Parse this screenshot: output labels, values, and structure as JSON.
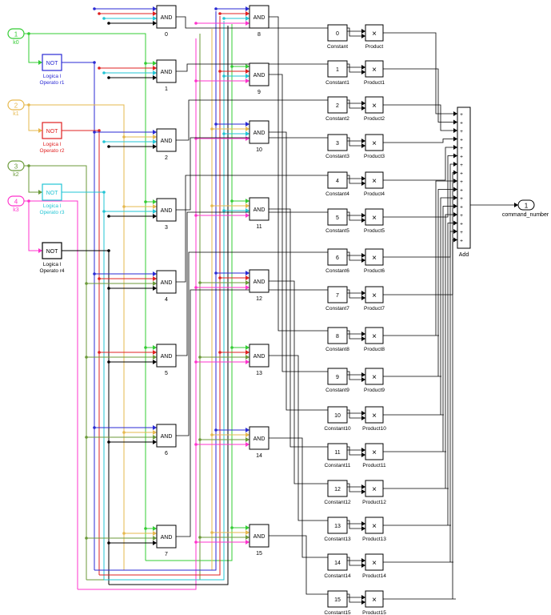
{
  "inports": [
    {
      "number": "1",
      "name": "k0",
      "color": "#33cc33"
    },
    {
      "number": "2",
      "name": "k1",
      "color": "#e6b84d"
    },
    {
      "number": "3",
      "name": "k2",
      "color": "#6b9a3a"
    },
    {
      "number": "4",
      "name": "k3",
      "color": "#ff33cc"
    }
  ],
  "not_blocks": [
    {
      "label": "NOT",
      "caption_line1": "Logica l",
      "caption_line2": "Operato r1",
      "color": "#2a2ad4"
    },
    {
      "label": "NOT",
      "caption_line1": "Logica l",
      "caption_line2": "Operato r2",
      "color": "#e02020"
    },
    {
      "label": "NOT",
      "caption_line1": "Logica l",
      "caption_line2": "Operato r3",
      "color": "#22c4d4"
    },
    {
      "label": "NOT",
      "caption_line1": "Logica l",
      "caption_line2": "Operato r4",
      "color": "#000000"
    }
  ],
  "and_blocks": [
    {
      "label": "AND",
      "name": "0"
    },
    {
      "label": "AND",
      "name": "1"
    },
    {
      "label": "AND",
      "name": "2"
    },
    {
      "label": "AND",
      "name": "3"
    },
    {
      "label": "AND",
      "name": "4"
    },
    {
      "label": "AND",
      "name": "5"
    },
    {
      "label": "AND",
      "name": "6"
    },
    {
      "label": "AND",
      "name": "7"
    },
    {
      "label": "AND",
      "name": "8"
    },
    {
      "label": "AND",
      "name": "9"
    },
    {
      "label": "AND",
      "name": "10"
    },
    {
      "label": "AND",
      "name": "11"
    },
    {
      "label": "AND",
      "name": "12"
    },
    {
      "label": "AND",
      "name": "13"
    },
    {
      "label": "AND",
      "name": "14"
    },
    {
      "label": "AND",
      "name": "15"
    }
  ],
  "constants": [
    {
      "value": "0",
      "name": "Constant"
    },
    {
      "value": "1",
      "name": "Constant1"
    },
    {
      "value": "2",
      "name": "Constant2"
    },
    {
      "value": "3",
      "name": "Constant3"
    },
    {
      "value": "4",
      "name": "Constant4"
    },
    {
      "value": "5",
      "name": "Constant5"
    },
    {
      "value": "6",
      "name": "Constant6"
    },
    {
      "value": "7",
      "name": "Constant7"
    },
    {
      "value": "8",
      "name": "Constant8"
    },
    {
      "value": "9",
      "name": "Constant9"
    },
    {
      "value": "10",
      "name": "Constant10"
    },
    {
      "value": "11",
      "name": "Constant11"
    },
    {
      "value": "12",
      "name": "Constant12"
    },
    {
      "value": "13",
      "name": "Constant13"
    },
    {
      "value": "14",
      "name": "Constant14"
    },
    {
      "value": "15",
      "name": "Constant15"
    }
  ],
  "products": [
    {
      "symbol": "×",
      "name": "Product"
    },
    {
      "symbol": "×",
      "name": "Product1"
    },
    {
      "symbol": "×",
      "name": "Product2"
    },
    {
      "symbol": "×",
      "name": "Product3"
    },
    {
      "symbol": "×",
      "name": "Product4"
    },
    {
      "symbol": "×",
      "name": "Product5"
    },
    {
      "symbol": "×",
      "name": "Product6"
    },
    {
      "symbol": "×",
      "name": "Product7"
    },
    {
      "symbol": "×",
      "name": "Product8"
    },
    {
      "symbol": "×",
      "name": "Product9"
    },
    {
      "symbol": "×",
      "name": "Product10"
    },
    {
      "symbol": "×",
      "name": "Product11"
    },
    {
      "symbol": "×",
      "name": "Product12"
    },
    {
      "symbol": "×",
      "name": "Product13"
    },
    {
      "symbol": "×",
      "name": "Product14"
    },
    {
      "symbol": "×",
      "name": "Product15"
    }
  ],
  "add_block": {
    "name": "Add",
    "input_sign": "+"
  },
  "outport": {
    "number": "1",
    "name": "command_number"
  },
  "wire_color": "#000000"
}
